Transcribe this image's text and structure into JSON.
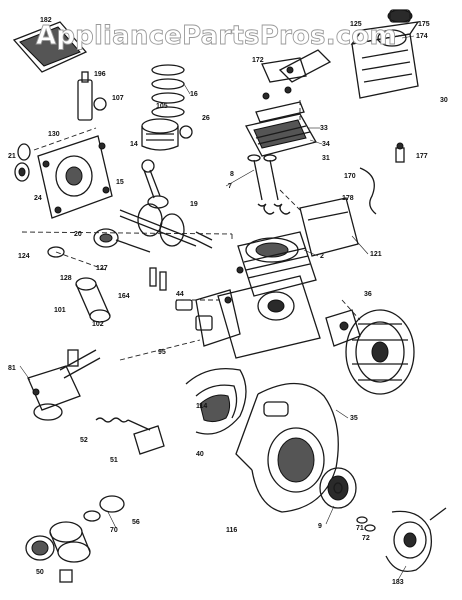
{
  "watermark": "AppliancePartsPros.com",
  "diagram": {
    "labels": [
      "182",
      "196",
      "174",
      "175",
      "26",
      "125",
      "30",
      "172",
      "14",
      "16",
      "33",
      "34",
      "130",
      "105",
      "107",
      "7",
      "8",
      "170",
      "177",
      "178",
      "15",
      "20",
      "21",
      "19",
      "24",
      "31",
      "2",
      "121",
      "124",
      "127",
      "128",
      "102",
      "164",
      "44",
      "81",
      "36",
      "95",
      "101",
      "51",
      "52",
      "40",
      "35",
      "9",
      "70",
      "114",
      "116",
      "71",
      "72",
      "50",
      "56",
      "183"
    ]
  }
}
